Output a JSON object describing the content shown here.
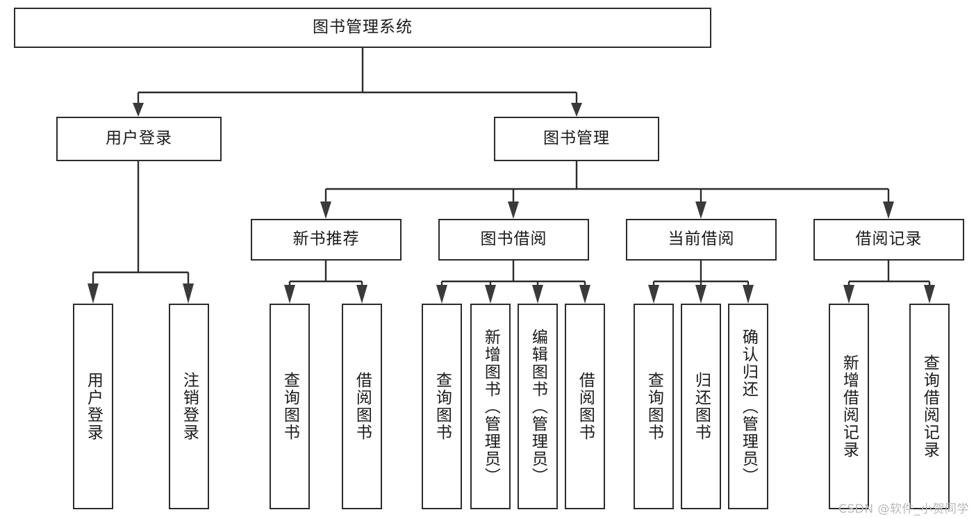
{
  "diagram": {
    "title": "图书管理系统",
    "type": "hierarchy-tree",
    "root": {
      "label": "图书管理系统"
    },
    "level2": [
      {
        "label": "用户登录"
      },
      {
        "label": "图书管理"
      }
    ],
    "level3": [
      {
        "label": "新书推荐"
      },
      {
        "label": "图书借阅"
      },
      {
        "label": "当前借阅"
      },
      {
        "label": "借阅记录"
      }
    ],
    "leaves": {
      "user_login": [
        {
          "label": "用户登录"
        },
        {
          "label": "注销登录"
        }
      ],
      "new_book_recommend": [
        {
          "label": "查询图书"
        },
        {
          "label": "借阅图书"
        }
      ],
      "book_borrow": [
        {
          "label": "查询图书"
        },
        {
          "label": "新增图书（管理员）"
        },
        {
          "label": "编辑图书（管理员）"
        },
        {
          "label": "借阅图书"
        }
      ],
      "current_borrow": [
        {
          "label": "查询图书"
        },
        {
          "label": "归还图书"
        },
        {
          "label": "确认归还（管理员）"
        }
      ],
      "borrow_records": [
        {
          "label": "新增借阅记录"
        },
        {
          "label": "查询借阅记录"
        }
      ]
    }
  },
  "watermark": {
    "text": "CSDN @软件_小贺同学"
  },
  "colors": {
    "stroke": "#2b2b2b",
    "arrow": "#3a3a3a",
    "text": "#1a1a1a",
    "background": "#ffffff",
    "watermark": "#b9b9b9"
  }
}
